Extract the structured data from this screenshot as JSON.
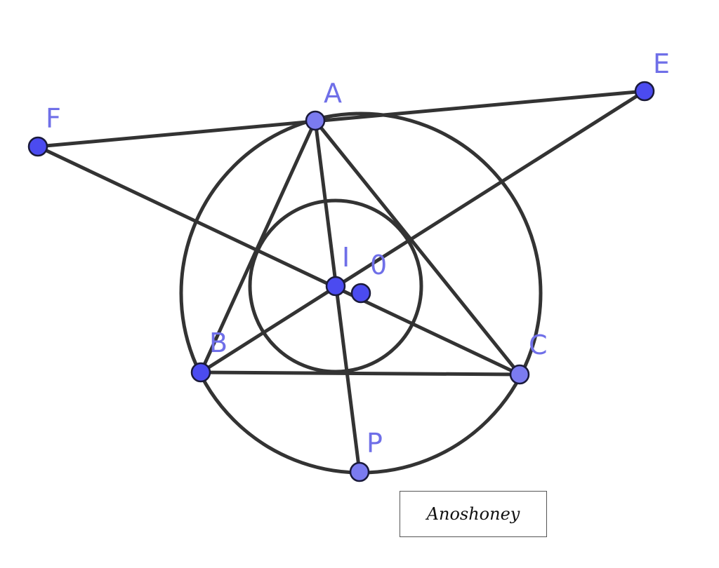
{
  "colors": {
    "line": "#333333",
    "point_fill": "#4b4bf0",
    "point_fill_light": "#7b7bf0",
    "point_stroke": "#1a1a3a",
    "label": "#6f6fe8"
  },
  "points": {
    "A": "A",
    "B": "B",
    "C": "C",
    "E": "E",
    "F": "F",
    "I": "I",
    "O": "0",
    "P": "P"
  },
  "credit": {
    "text": "Anoshoney"
  }
}
